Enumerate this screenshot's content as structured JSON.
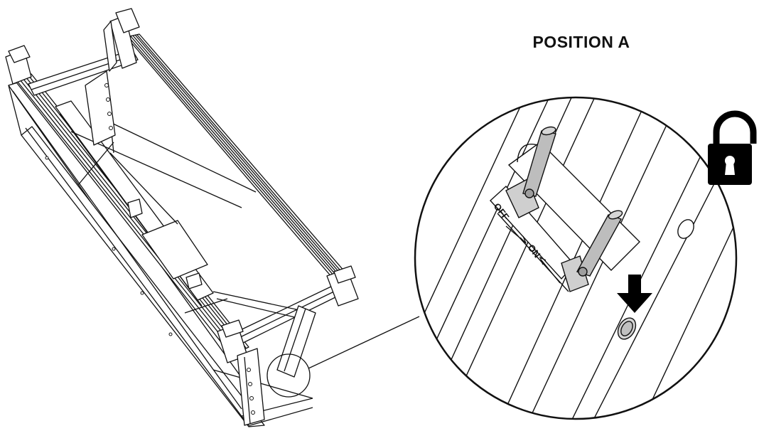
{
  "heading": "POSITION A",
  "switch_labels": {
    "off": "OFF",
    "on": "ON"
  },
  "icons": [
    "padlock-locked-icon",
    "down-arrow-icon"
  ],
  "colors": {
    "line": "#111111",
    "fill": "#ffffff",
    "handle": "#bdbdbd",
    "handle_base": "#cfcfcf",
    "icon": "#000000"
  }
}
